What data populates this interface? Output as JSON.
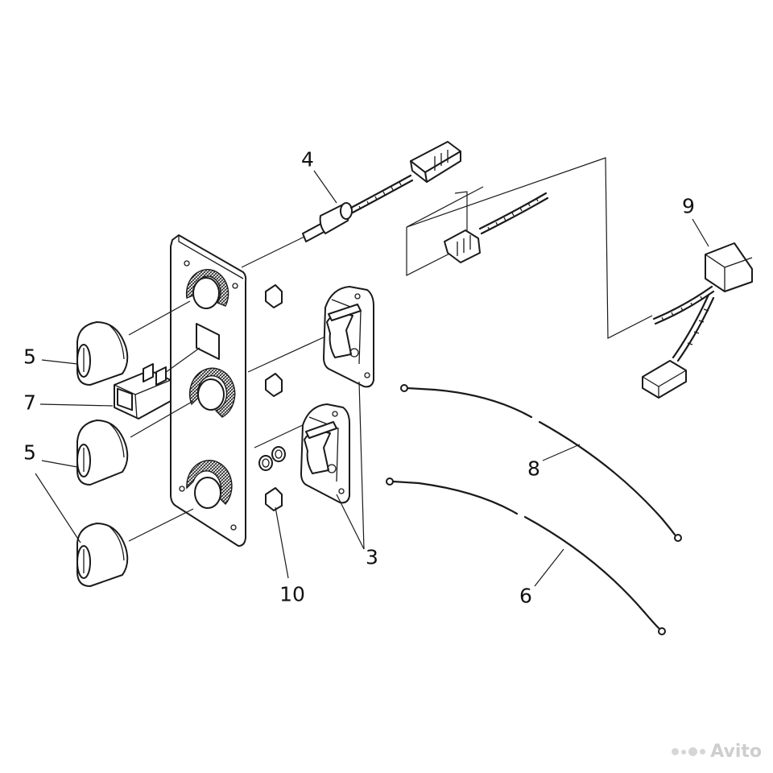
{
  "callouts": {
    "part_3": "3",
    "part_4": "4",
    "part_5_upper": "5",
    "part_5_lower": "5",
    "part_6": "6",
    "part_7": "7",
    "part_8": "8",
    "part_9": "9",
    "part_10": "10"
  },
  "watermark": {
    "text": "Avito",
    "icon": "avito-dots-logo",
    "color": "#c8c8c8"
  },
  "colors": {
    "line": "#1a1a1a",
    "background": "#ffffff"
  }
}
